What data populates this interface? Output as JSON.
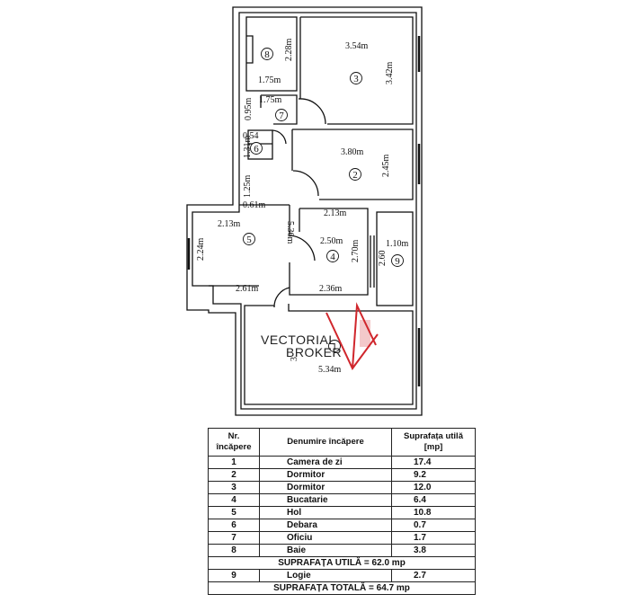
{
  "rooms": [
    {
      "id": "1",
      "label": "1"
    },
    {
      "id": "2",
      "label": "2"
    },
    {
      "id": "3",
      "label": "3"
    },
    {
      "id": "4",
      "label": "4"
    },
    {
      "id": "5",
      "label": "5"
    },
    {
      "id": "6",
      "label": "6"
    },
    {
      "id": "7",
      "label": "7"
    },
    {
      "id": "8",
      "label": "8"
    },
    {
      "id": "9",
      "label": "9"
    }
  ],
  "dimensions": {
    "r8_h": "2.28m",
    "r8_w": "1.75m",
    "r3_w": "3.54m",
    "r3_h": "3.42m",
    "r7_w": "1.75m",
    "r7_h": "0.95m",
    "r6_w": "0.54",
    "r6_h": "1.31m",
    "r2_w": "3.80m",
    "r2_h": "2.45m",
    "hall_a": "1.25m",
    "hall_b": "0.61m",
    "hall_c": "5.36m",
    "r5_w": "2.13m",
    "r5_h": "2.24m",
    "r5_bottom": "2.61m",
    "r4_top": "2.13m",
    "r4_w": "2.50m",
    "r4_h": "2.70m",
    "r4_bottom": "2.36m",
    "r9_h": "2.60",
    "r9_w": "1.10m",
    "r1_w": "5.34m",
    "r1_h": "3."
  },
  "watermark": {
    "line1": "VECTORIAL",
    "line2": "BROKER"
  },
  "table": {
    "headers": {
      "nr": "Nr. încăpere",
      "name": "Denumire încăpere",
      "area": "Suprafața utilă [mp]"
    },
    "rows": [
      {
        "nr": "1",
        "name": "Camera de zi",
        "area": "17.4"
      },
      {
        "nr": "2",
        "name": "Dormitor",
        "area": "9.2"
      },
      {
        "nr": "3",
        "name": "Dormitor",
        "area": "12.0"
      },
      {
        "nr": "4",
        "name": "Bucatarie",
        "area": "6.4"
      },
      {
        "nr": "5",
        "name": "Hol",
        "area": "10.8"
      },
      {
        "nr": "6",
        "name": "Debara",
        "area": "0.7"
      },
      {
        "nr": "7",
        "name": "Oficiu",
        "area": "1.7"
      },
      {
        "nr": "8",
        "name": "Baie",
        "area": "3.8"
      }
    ],
    "useful_total": {
      "label": "SUPRAFAȚA UTILĂ =",
      "value": "62.0",
      "unit": "mp"
    },
    "logia": {
      "nr": "9",
      "name": "Logie",
      "area": "2.7"
    },
    "grand_total": {
      "label": "SUPRAFAȚA TOTALĂ =",
      "value": "64.7",
      "unit": "mp"
    }
  },
  "colors": {
    "wall": "#111111",
    "watermark_red": "#d0262c"
  }
}
